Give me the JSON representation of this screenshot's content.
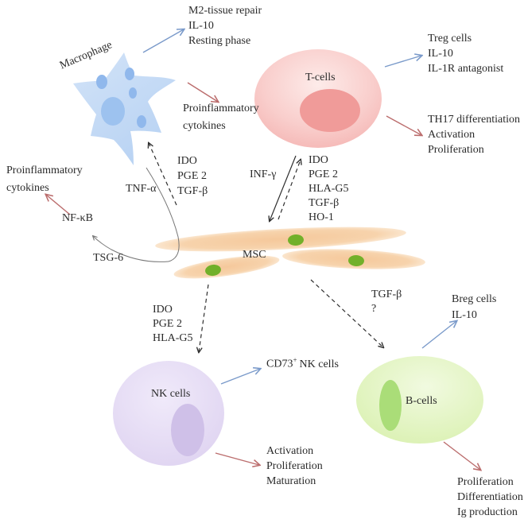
{
  "palette": {
    "arrow_positive_blue": "#7a9aca",
    "arrow_negative_red": "#bb6d6d",
    "arrow_black": "#2e2e2e",
    "curve_gray": "#777777",
    "macrophage_fill": "#c7dcf6",
    "macrophage_spots": "#90b8ec",
    "t_cell_fill": "#f6b8b6",
    "t_cell_nucleus": "#f09b99",
    "msc_fill": "#f6cda3",
    "msc_nucleus_green": "#72b02a",
    "nk_cell_fill": "#e3d9f3",
    "nk_cell_nucleus": "#cfc0e8",
    "b_cell_fill": "#dff2b8",
    "b_cell_nucleus": "#aadd78"
  },
  "cells": {
    "macrophage": "Macrophage",
    "t_cells": "T-cells",
    "msc": "MSC",
    "nk_cells": "NK cells",
    "b_cells": "B-cells"
  },
  "macrophage": {
    "pos": [
      "M2-tissue repair",
      "IL-10",
      "Resting phase"
    ],
    "neg": [
      "Proinflammatory",
      "cytokines"
    ]
  },
  "t": {
    "pos": [
      "Treg cells",
      "IL-10",
      "IL-1R antagonist"
    ],
    "neg": [
      "TH17 differentiation",
      "Activation",
      "Proliferation"
    ]
  },
  "nk": {
    "pos": {
      "prefix": "CD73",
      "sup": "+",
      "suffix": "NK cells"
    },
    "neg": [
      "Activation",
      "Proliferation",
      "Maturation"
    ]
  },
  "b": {
    "pos": [
      "Breg cells",
      "IL-10"
    ],
    "neg": [
      "Proliferation",
      "Differentiation",
      "Ig production"
    ]
  },
  "mediators": {
    "msc_to_macrophage": [
      "IDO",
      "PGE 2",
      "TGF-β"
    ],
    "tnf": "TNF-α",
    "inf": "INF-γ",
    "msc_to_t": [
      "IDO",
      "PGE 2",
      "HLA-G5",
      "TGF-β",
      "HO-1"
    ],
    "msc_to_nk": [
      "IDO",
      "PGE 2",
      "HLA-G5"
    ],
    "msc_to_b": [
      "TGF-β",
      "?"
    ],
    "tsg6": "TSG-6",
    "nfkb": "NF-κB",
    "nfkb_outcome": [
      "Proinflammatory",
      "cytokines"
    ]
  }
}
